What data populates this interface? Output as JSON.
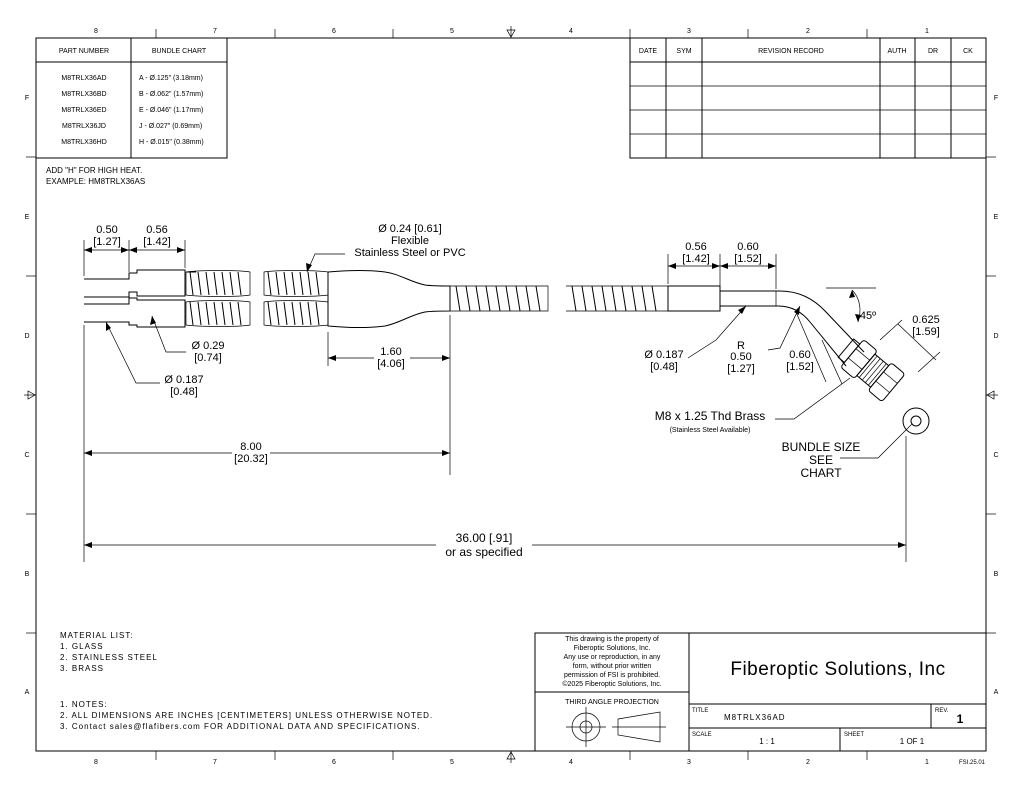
{
  "zone_columns": [
    "8",
    "7",
    "6",
    "5",
    "4",
    "3",
    "2",
    "1"
  ],
  "zone_rows": [
    "F",
    "E",
    "D",
    "C",
    "B",
    "A"
  ],
  "part_table": {
    "header_part": "PART NUMBER",
    "header_bundle": "BUNDLE CHART",
    "rows": [
      {
        "part": "M8TRLX36AD",
        "bundle": "A - Ø.125\" (3.18mm)"
      },
      {
        "part": "M8TRLX36BD",
        "bundle": "B - Ø.062\" (1.57mm)"
      },
      {
        "part": "M8TRLX36ED",
        "bundle": "E - Ø.046\" (1.17mm)"
      },
      {
        "part": "M8TRLX36JD",
        "bundle": "J - Ø.027\" (0.69mm)"
      },
      {
        "part": "M8TRLX36HD",
        "bundle": "H - Ø.015\" (0.38mm)"
      }
    ]
  },
  "high_heat_note": [
    "ADD \"H\" FOR HIGH HEAT.",
    "EXAMPLE: HM8TRLX36AS"
  ],
  "revision_table": {
    "headers": [
      "DATE",
      "SYM",
      "REVISION RECORD",
      "AUTH",
      "DR",
      "CK"
    ]
  },
  "dims": {
    "d050": [
      "0.50",
      "[1.27]"
    ],
    "d056a": [
      "0.56",
      "[1.42]"
    ],
    "flex": [
      "Ø 0.24 [0.61]",
      "Flexible",
      "Stainless Steel or PVC"
    ],
    "d029": [
      "Ø 0.29",
      "[0.74]"
    ],
    "d0187a": [
      "Ø 0.187",
      "[0.48]"
    ],
    "d160": [
      "1.60",
      "[4.06]"
    ],
    "d800": [
      "8.00",
      "[20.32]"
    ],
    "d056b": [
      "0.56",
      "[1.42]"
    ],
    "d060a": [
      "0.60",
      "[1.52]"
    ],
    "d0187b": [
      "Ø 0.187",
      "[0.48]"
    ],
    "radius": [
      "R",
      "0.50",
      "[1.27]"
    ],
    "d060b": [
      "0.60",
      "[1.52]"
    ],
    "angle": "45º",
    "d0625": [
      "0.625",
      "[1.59]"
    ],
    "thread": "M8 x 1.25 Thd Brass",
    "thread_sub": "(Stainless Steel Available)",
    "bundle_size": [
      "BUNDLE SIZE",
      "SEE",
      "CHART"
    ],
    "d3600": [
      "36.00 [.91]",
      "or as specified"
    ]
  },
  "material_list": [
    "MATERIAL LIST:",
    "1.   GLASS",
    "2.   STAINLESS STEEL",
    "3.   BRASS"
  ],
  "notes": [
    "1.   NOTES:",
    "2.   ALL DIMENSIONS ARE INCHES [CENTIMETERS] UNLESS OTHERWISE NOTED.",
    "3.   Contact sales@flafibers.com FOR ADDITIONAL DATA AND SPECIFICATIONS."
  ],
  "title_block": {
    "property_text": [
      "This drawing is the property of",
      "Fiberoptic Solutions, Inc.",
      "Any use or reproduction, in any",
      "form, without prior written",
      "permission of FSI is prohibited.",
      "©2025 Fiberoptic Solutions, Inc."
    ],
    "projection": "THIRD ANGLE PROJECTION",
    "company": "Fiberoptic Solutions, Inc",
    "title_label": "TITLE",
    "title_value": "M8TRLX36AD",
    "rev_label": "REV.",
    "rev_value": "1",
    "scale_label": "SCALE",
    "scale_value": "1 : 1",
    "sheet_label": "SHEET",
    "sheet_value": "1  OF 1",
    "doc_code": "FSI.25.01"
  }
}
